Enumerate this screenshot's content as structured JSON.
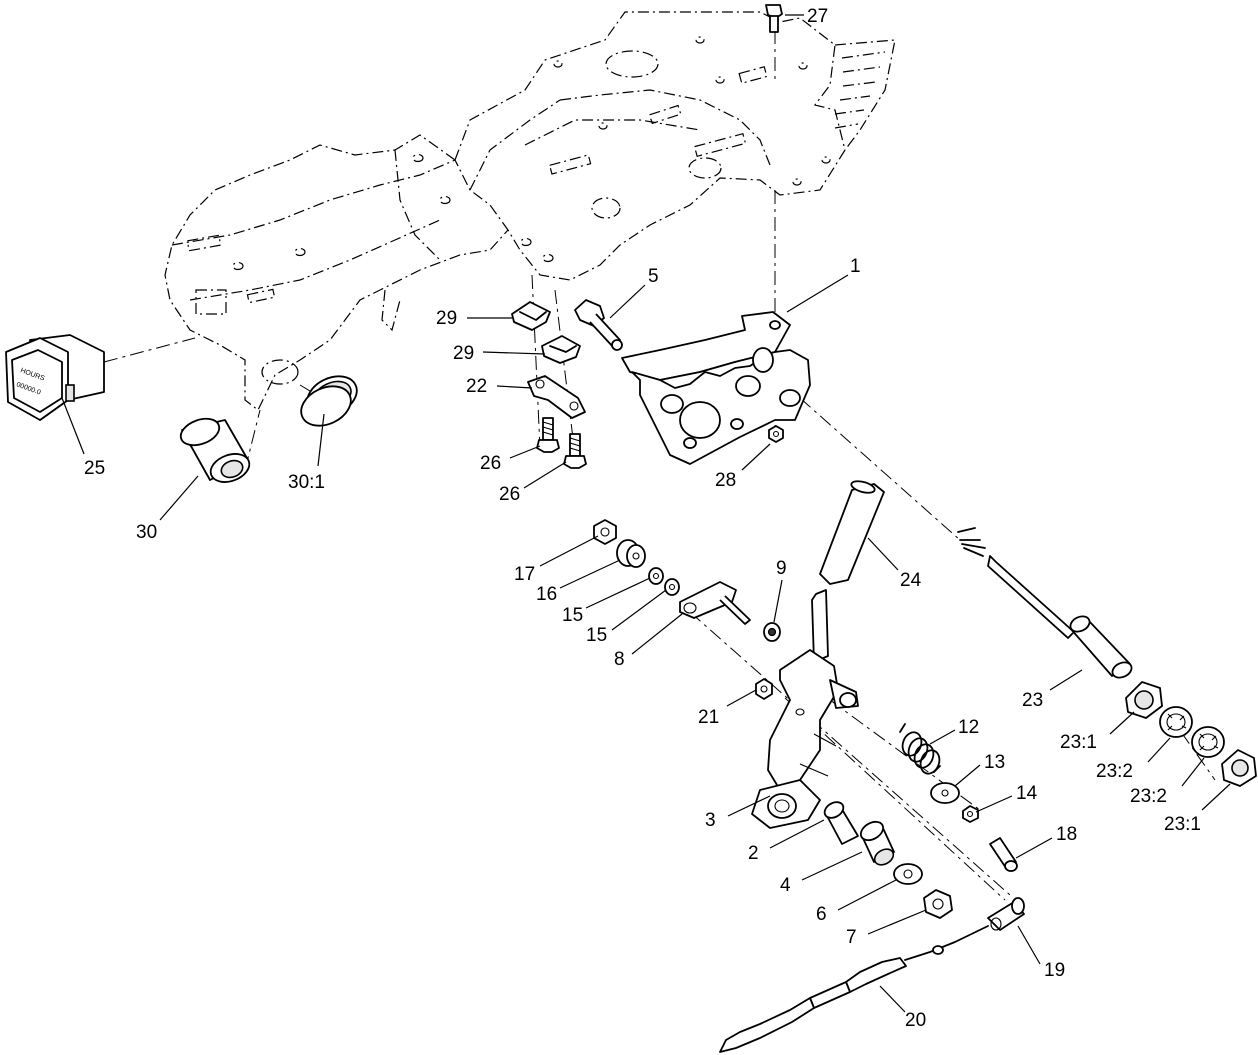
{
  "callouts": [
    {
      "id": "c1",
      "label": "1"
    },
    {
      "id": "c2",
      "label": "2"
    },
    {
      "id": "c3",
      "label": "3"
    },
    {
      "id": "c4",
      "label": "4"
    },
    {
      "id": "c5",
      "label": "5"
    },
    {
      "id": "c6",
      "label": "6"
    },
    {
      "id": "c7",
      "label": "7"
    },
    {
      "id": "c8",
      "label": "8"
    },
    {
      "id": "c9",
      "label": "9"
    },
    {
      "id": "c12",
      "label": "12"
    },
    {
      "id": "c13",
      "label": "13"
    },
    {
      "id": "c14",
      "label": "14"
    },
    {
      "id": "c15a",
      "label": "15"
    },
    {
      "id": "c15b",
      "label": "15"
    },
    {
      "id": "c16",
      "label": "16"
    },
    {
      "id": "c17",
      "label": "17"
    },
    {
      "id": "c18",
      "label": "18"
    },
    {
      "id": "c19",
      "label": "19"
    },
    {
      "id": "c20",
      "label": "20"
    },
    {
      "id": "c21",
      "label": "21"
    },
    {
      "id": "c22",
      "label": "22"
    },
    {
      "id": "c23",
      "label": "23"
    },
    {
      "id": "c23_1a",
      "label": "23:1"
    },
    {
      "id": "c23_1b",
      "label": "23:1"
    },
    {
      "id": "c23_2a",
      "label": "23:2"
    },
    {
      "id": "c23_2b",
      "label": "23:2"
    },
    {
      "id": "c24",
      "label": "24"
    },
    {
      "id": "c25",
      "label": "25"
    },
    {
      "id": "c26a",
      "label": "26"
    },
    {
      "id": "c26b",
      "label": "26"
    },
    {
      "id": "c27",
      "label": "27"
    },
    {
      "id": "c28",
      "label": "28"
    },
    {
      "id": "c29a",
      "label": "29"
    },
    {
      "id": "c29b",
      "label": "29"
    },
    {
      "id": "c30",
      "label": "30"
    },
    {
      "id": "c30_1",
      "label": "30:1"
    }
  ],
  "hour_meter_face_text": [
    "HOURS",
    "00000.0"
  ]
}
